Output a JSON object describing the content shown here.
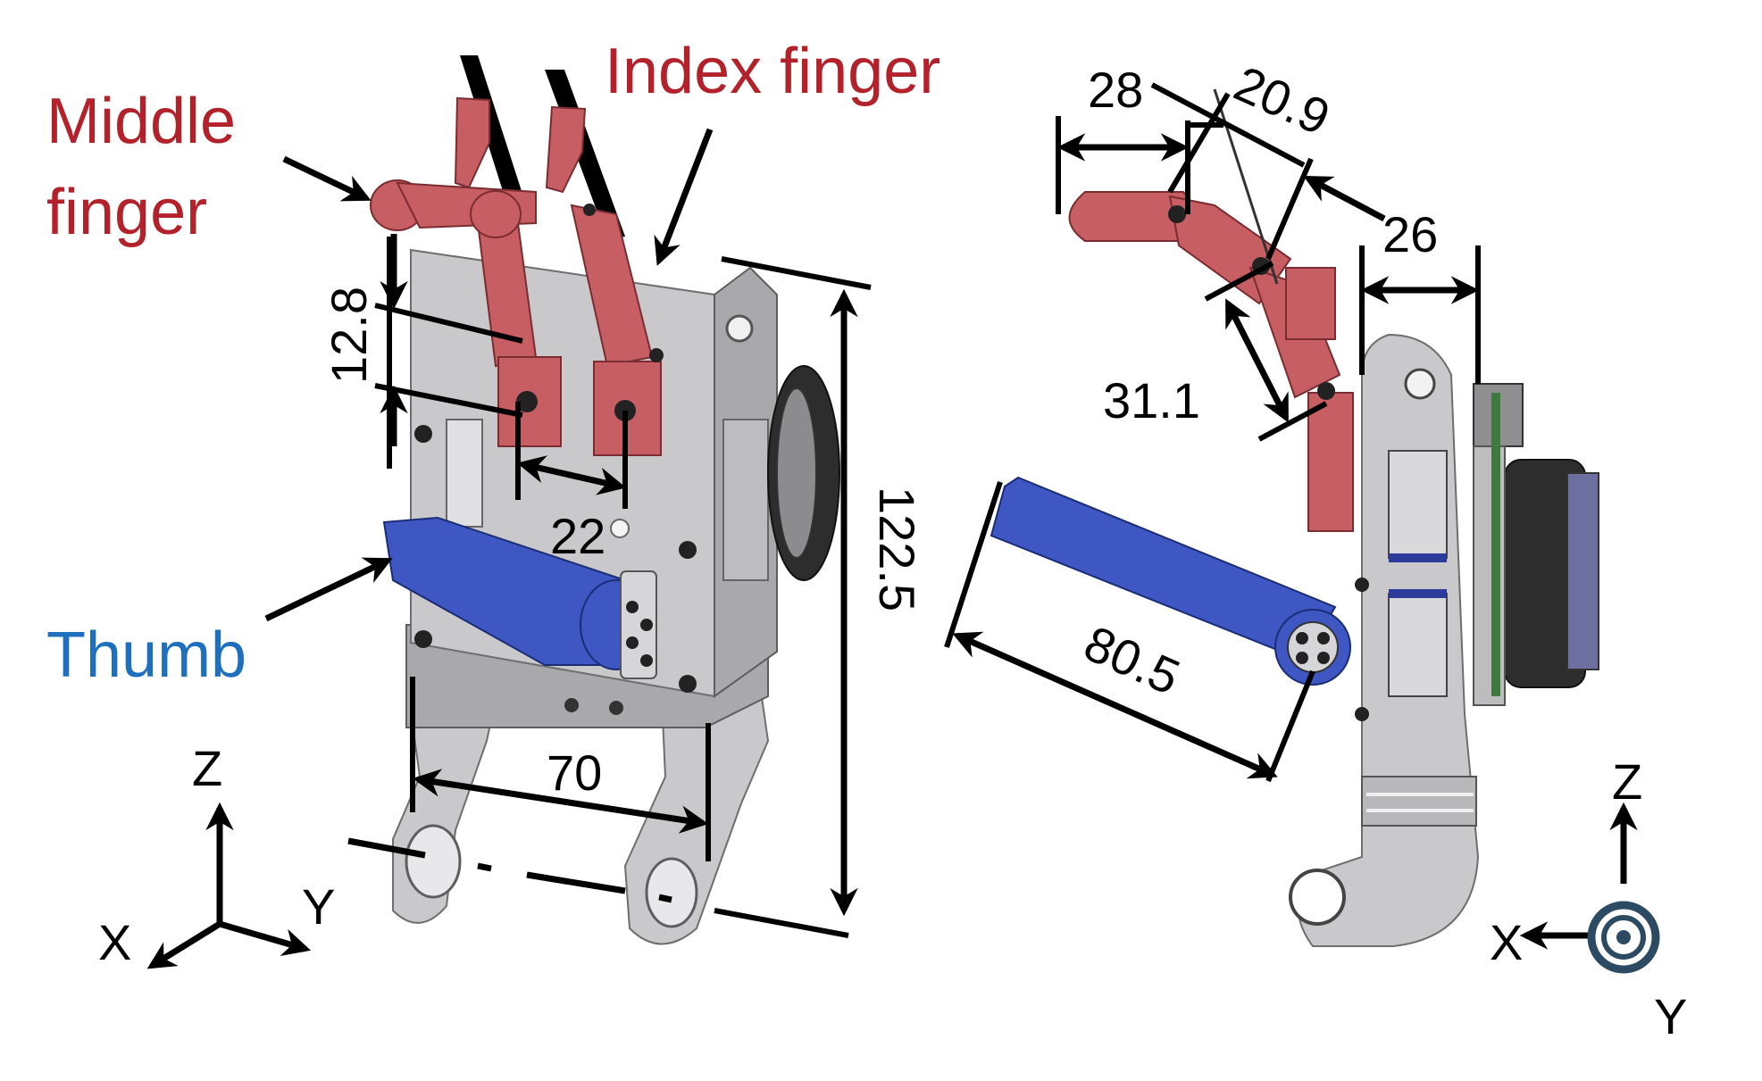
{
  "labels": {
    "middle_finger_line1": "Middle",
    "middle_finger_line2": "finger",
    "index_finger": "Index finger",
    "thumb": "Thumb"
  },
  "dimensions": {
    "d_12_8": "12.8",
    "d_22": "22",
    "d_70": "70",
    "d_122_5": "122.5",
    "d_28": "28",
    "d_20_9": "20.9",
    "d_26": "26",
    "d_31_1": "31.1",
    "d_80_5": "80.5"
  },
  "axes_left": {
    "z": "Z",
    "x": "X",
    "y": "Y"
  },
  "axes_right": {
    "z": "Z",
    "x": "X",
    "y": "Y"
  },
  "colors": {
    "finger_label": "#b3212b",
    "thumb_label": "#1f6fbf",
    "finger_part": "#c65e63",
    "thumb_part": "#3f57c2",
    "frame_metal": "#c9c9cb",
    "y_axis_symbol": "#2d4a63"
  }
}
